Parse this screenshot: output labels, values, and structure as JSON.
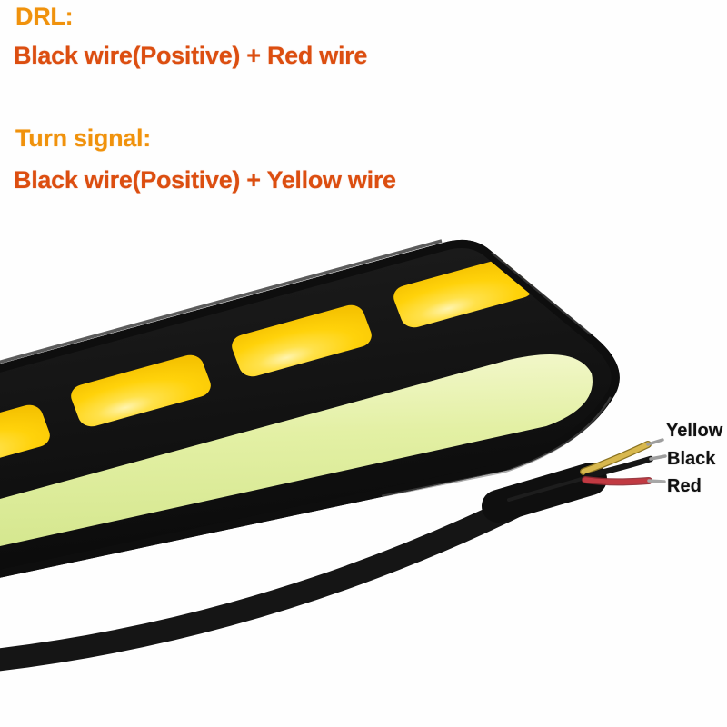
{
  "instructions": {
    "drl_heading": "DRL:",
    "drl_wiring": "Black wire(Positive) + Red wire",
    "turn_heading": "Turn signal:",
    "turn_wiring": "Black wire(Positive) + Yellow wire"
  },
  "wire_labels": {
    "yellow": "Yellow",
    "black": "Black",
    "red": "Red"
  },
  "colors": {
    "heading_text": "#F0920C",
    "wiring_text": "#DC4E10",
    "label_text": "#111111",
    "led_window_yellow": "#FFD20A",
    "cob_strip_green": "#E3F0A4",
    "bar_black": "#121212",
    "wire_yellow": "#D8B84E",
    "wire_red": "#C13A42",
    "wire_black": "#161616",
    "wire_tip_silver": "#9E9E9E",
    "background": "#FEFEFE"
  }
}
